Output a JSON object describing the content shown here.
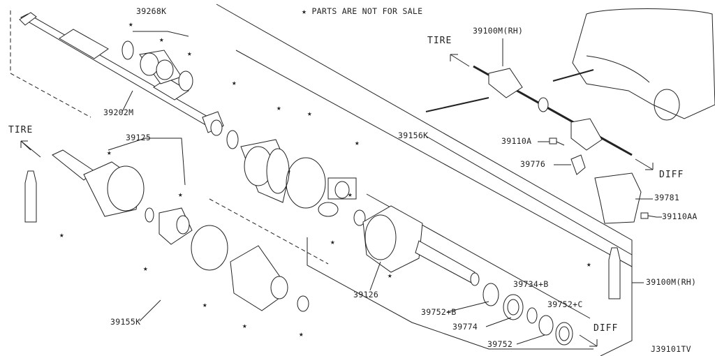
{
  "notice": "★ PARTS ARE NOT FOR SALE",
  "diagram_id": "J39101TV",
  "direction": {
    "tire_left": "TIRE",
    "tire_right": "TIRE",
    "diff_right": "DIFF",
    "diff_bottom": "DIFF"
  },
  "parts": {
    "p39268k": "39268K",
    "p39202m": "39202M",
    "p39125": "39125",
    "p39156k": "39156K",
    "p39155k": "39155K",
    "p39126": "39126",
    "p39100m_rh_top_code": "39100M",
    "p39100m_rh_top_suffix": "(RH)",
    "p39110a": "39110A",
    "p39776": "39776",
    "p39781": "39781",
    "p39110aa": "39110AA",
    "p39100m_rh_bottom": "39100M(RH)",
    "p39734b": "39734+B",
    "p39752b": "39752+B",
    "p39774": "39774",
    "p39752c": "39752+C",
    "p39752": "39752"
  },
  "star_symbol": "★"
}
